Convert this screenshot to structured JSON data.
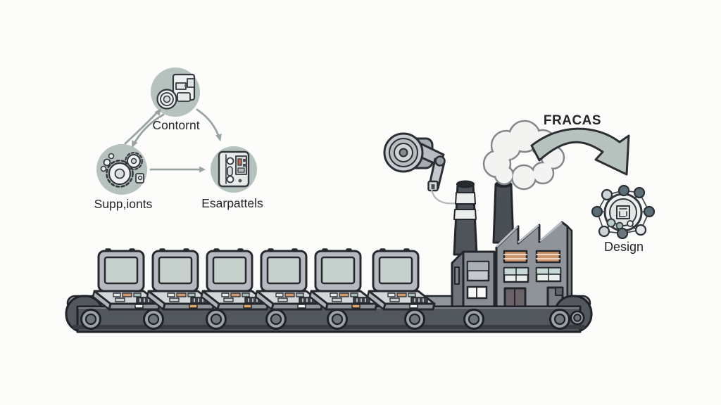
{
  "illustration": {
    "background": "#fcfcfb",
    "triad": {
      "nodes": [
        {
          "id": "contornt",
          "label": "Contornt",
          "icon": "machine-camera-icon"
        },
        {
          "id": "suppionts",
          "label": "Supp,ionts",
          "icon": "gears-parts-icon"
        },
        {
          "id": "esarpattels",
          "label": "Esarpattels",
          "icon": "control-panel-icon"
        }
      ],
      "connections": [
        "contornt<->suppionts",
        "contornt->esarpattels",
        "suppionts->esarpattels"
      ]
    },
    "process_arrow": {
      "label": "FRACAS",
      "from": "factory-smoke-cloud",
      "to": "design-network"
    },
    "design": {
      "label": "Design",
      "icon": "network-design-icon",
      "node_count": 8
    },
    "conveyor": {
      "device_count": 6,
      "roller_count": 9,
      "device_led_colors": [
        "white",
        "orange",
        "orange",
        "white",
        "orange",
        "white"
      ]
    },
    "factory": {
      "chimney_count": 2,
      "striped_chimney": "left"
    },
    "robot_arm": {
      "icon": "robot-arm-camera-icon"
    }
  },
  "colors": {
    "sage": "#b6c2be",
    "connector_gray": "#9aa5a1",
    "outline": "#23262b",
    "belt_band": "#53575e",
    "belt_top": "#90969c",
    "factory_wall": "#8f949b",
    "window_orange": "#d0946a",
    "window_teal": "#c6d9d5",
    "cloud": "#f3f3f1",
    "text": "#232528",
    "node_dark": "#5d6f76",
    "node_light": "#ccd4d8",
    "led_orange": "#e2a666"
  }
}
